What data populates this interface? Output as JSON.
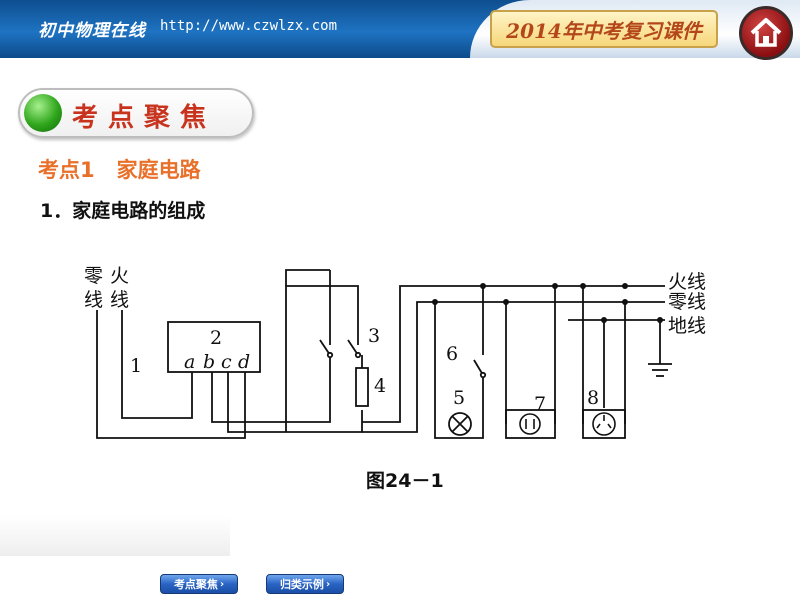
{
  "header": {
    "brand": "初中物理在线",
    "url": "http://www.czwlzx.com",
    "course_title": "2014年中考复习课件"
  },
  "section": {
    "title": "考点聚焦"
  },
  "topic": {
    "label": "考点1",
    "title": "家庭电路"
  },
  "subheading": "1．家庭电路的组成",
  "diagram": {
    "left_labels": {
      "neutral": [
        "零",
        "线"
      ],
      "live": [
        "火",
        "线"
      ]
    },
    "right_labels": {
      "live": "火线",
      "neutral": "零线",
      "ground": "地线"
    },
    "components": {
      "n1": "1",
      "n2": "2",
      "n3": "3",
      "n4": "4",
      "n5": "5",
      "n6": "6",
      "n7": "7",
      "n8": "8",
      "terminals": [
        "a",
        "b",
        "c",
        "d"
      ]
    },
    "caption": "图24－1"
  },
  "footer": {
    "btn_focus": "考点聚焦",
    "btn_examples": "归类示例"
  },
  "colors": {
    "header_blue": "#1e73c2",
    "accent_orange": "#e8702a",
    "section_red": "#c8331e",
    "home_red": "#b52224"
  },
  "icons": {
    "home": "home-icon",
    "status": "green-dot-icon"
  }
}
